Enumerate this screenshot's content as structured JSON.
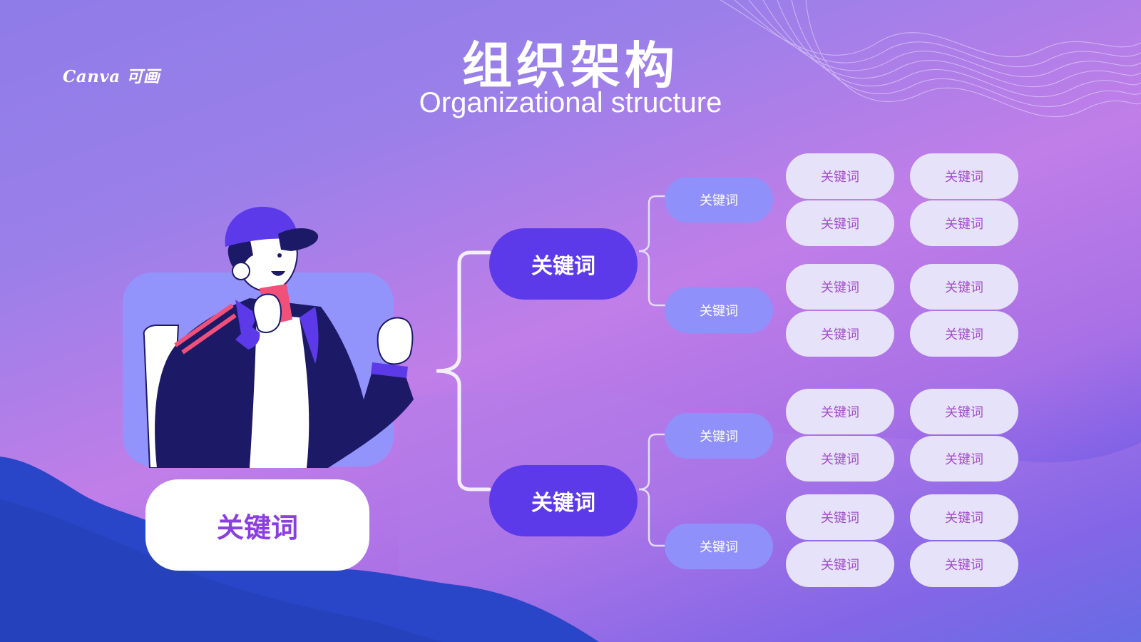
{
  "logo": "Canva 可画",
  "title": "组织架构",
  "subtitle": "Organizational structure",
  "root": {
    "label": "关键词"
  },
  "branches": [
    {
      "label": "关键词",
      "children": [
        {
          "label": "关键词",
          "leaves": [
            "关键词",
            "关键词",
            "关键词",
            "关键词"
          ]
        },
        {
          "label": "关键词",
          "leaves": [
            "关键词",
            "关键词",
            "关键词",
            "关键词"
          ]
        }
      ]
    },
    {
      "label": "关键词",
      "children": [
        {
          "label": "关键词",
          "leaves": [
            "关键词",
            "关键词",
            "关键词",
            "关键词"
          ]
        },
        {
          "label": "关键词",
          "leaves": [
            "关键词",
            "关键词",
            "关键词",
            "关键词"
          ]
        }
      ]
    }
  ],
  "colors": {
    "level1": "#5c3ae9",
    "level2": "#9090fa",
    "level3": "#e6e2fa",
    "accent_text": "#8a3fe0",
    "connector": "#f4eefc"
  }
}
